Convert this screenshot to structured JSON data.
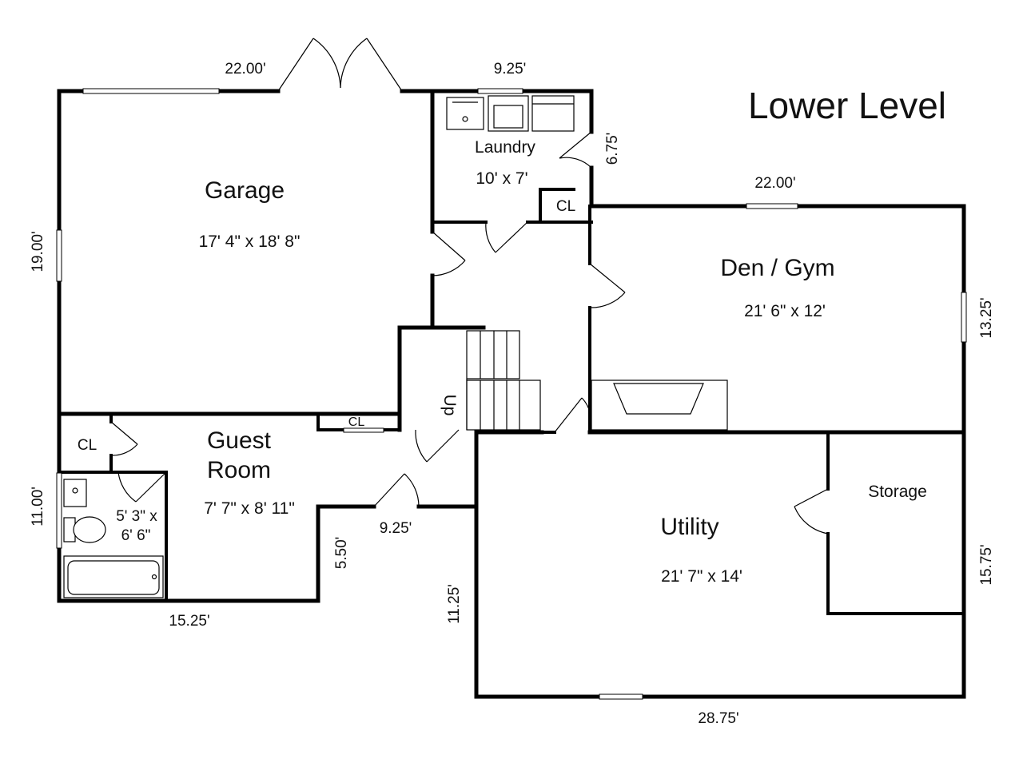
{
  "title": "Lower Level",
  "rooms": {
    "garage": {
      "name": "Garage",
      "size": "17' 4\" x 18' 8\""
    },
    "laundry": {
      "name": "Laundry",
      "size": "10' x 7'"
    },
    "laundry_closet": {
      "name": "CL"
    },
    "den": {
      "name": "Den / Gym",
      "size": "21' 6\" x 12'"
    },
    "guest": {
      "name_line1": "Guest",
      "name_line2": "Room",
      "size": "7' 7\" x 8' 11\""
    },
    "guest_closet": {
      "name": "CL"
    },
    "hall_closet": {
      "name": "CL"
    },
    "bath": {
      "size_line1": "5' 3\" x",
      "size_line2": "6' 6\""
    },
    "utility": {
      "name": "Utility",
      "size": "21' 7\" x 14'"
    },
    "storage": {
      "name": "Storage"
    },
    "stairs": {
      "label": "Up"
    }
  },
  "dimensions": {
    "garage_top": "22.00'",
    "laundry_top": "9.25'",
    "laundry_right": "6.75'",
    "den_top": "22.00'",
    "garage_left": "19.00'",
    "den_right": "13.25'",
    "guest_left": "11.00'",
    "guest_bottom": "15.25'",
    "guest_step": "5.50'",
    "guest_hall": "9.25'",
    "utility_left": "11.25'",
    "utility_right": "15.75'",
    "utility_bottom": "28.75'"
  }
}
